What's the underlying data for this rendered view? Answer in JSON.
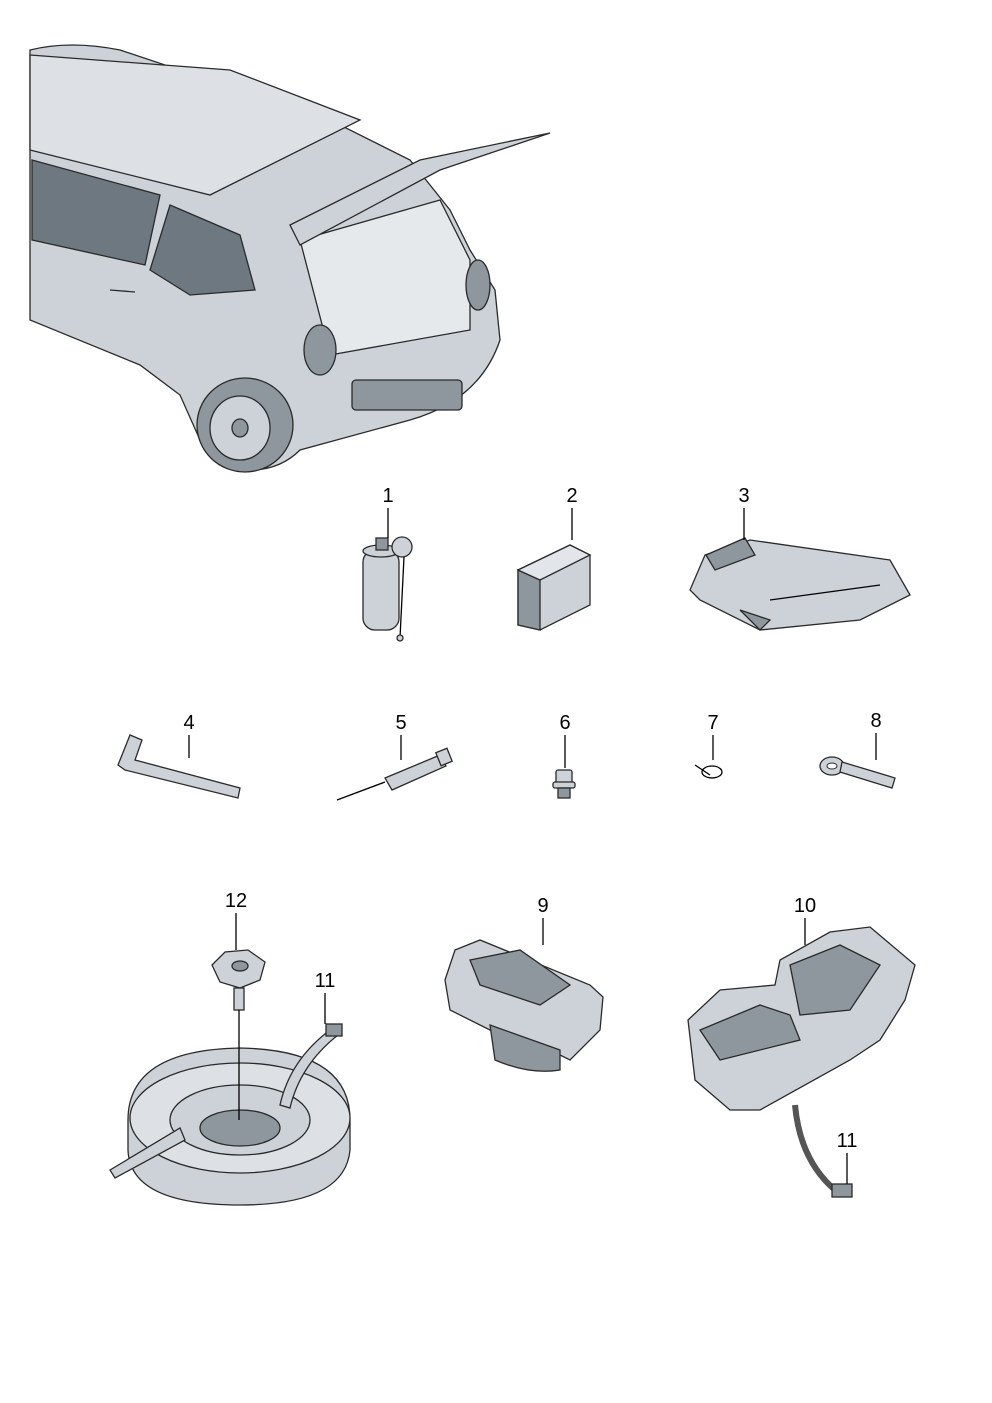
{
  "diagram": {
    "title": "Vehicle tool kit and spare wheel parts",
    "callouts": [
      {
        "id": "c1",
        "label": "1"
      },
      {
        "id": "c2",
        "label": "2"
      },
      {
        "id": "c3",
        "label": "3"
      },
      {
        "id": "c4",
        "label": "4"
      },
      {
        "id": "c5",
        "label": "5"
      },
      {
        "id": "c6",
        "label": "6"
      },
      {
        "id": "c7",
        "label": "7"
      },
      {
        "id": "c8",
        "label": "8"
      },
      {
        "id": "c12",
        "label": "12"
      },
      {
        "id": "c11a",
        "label": "11"
      },
      {
        "id": "c9",
        "label": "9"
      },
      {
        "id": "c10",
        "label": "10"
      },
      {
        "id": "c11b",
        "label": "11"
      }
    ],
    "colors": {
      "part": "#cdd2d8",
      "shadow": "#8e969e",
      "glass": "#6d7880"
    }
  }
}
